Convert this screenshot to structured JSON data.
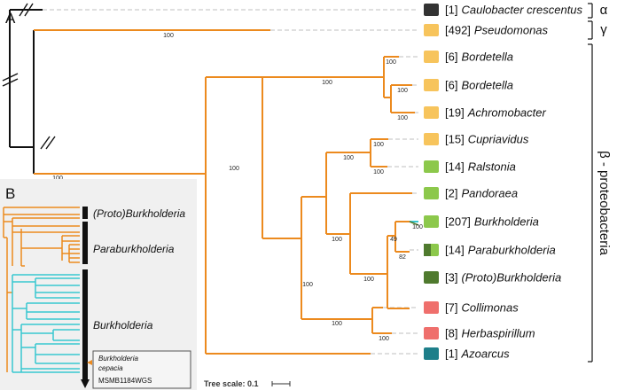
{
  "panel_a": {
    "letter": "A",
    "taxa": [
      {
        "count": "[1]",
        "name": "Caulobacter crescentus",
        "color": "#333333"
      },
      {
        "count": "[492]",
        "name": "Pseudomonas",
        "color": "#f7c45c"
      },
      {
        "count": "[6]",
        "name": "Bordetella",
        "color": "#f7c45c"
      },
      {
        "count": "[6]",
        "name": "Bordetella",
        "color": "#f7c45c"
      },
      {
        "count": "[19]",
        "name": "Achromobacter",
        "color": "#f7c45c"
      },
      {
        "count": "[15]",
        "name": "Cupriavidus",
        "color": "#f7c45c"
      },
      {
        "count": "[14]",
        "name": "Ralstonia",
        "color": "#8cc84b"
      },
      {
        "count": "[2]",
        "name": "Pandoraea",
        "color": "#8cc84b"
      },
      {
        "count": "[207]",
        "name": "Burkholderia",
        "color": "#8cc84b"
      },
      {
        "count": "[14]",
        "name": "Paraburkholderia",
        "color": "#8cc84b",
        "color2": "#4f7a2e"
      },
      {
        "count": "[3]",
        "name": "(Proto)Burkholderia",
        "color": "#4f7a2e"
      },
      {
        "count": "[7]",
        "name": "Collimonas",
        "color": "#ef6f6c"
      },
      {
        "count": "[8]",
        "name": "Herbaspirillum",
        "color": "#ef6f6c"
      },
      {
        "count": "[1]",
        "name": "Azoarcus",
        "color": "#1e7f8a"
      }
    ],
    "bootstrap": [
      "100",
      "100",
      "100",
      "100",
      "100",
      "100",
      "100",
      "100",
      "100",
      "100",
      "100",
      "49",
      "82",
      "100",
      "100",
      "100",
      "100"
    ],
    "groups": {
      "alpha": "α",
      "gamma": "γ",
      "beta": "β - proteobacteria"
    },
    "scale_label": "Tree scale: 0.1"
  },
  "panel_b": {
    "letter": "B",
    "clades": [
      "(Proto)Burkholderia",
      "Paraburkholderia",
      "Burkholderia"
    ],
    "callout": {
      "line1": "Burkholderia",
      "line2": "cepacia",
      "line3": "MSMB1184WGS"
    }
  },
  "colors": {
    "tree_orange": "#ec8a1e",
    "tree_cyan": "#38c7d0",
    "dashed": "#cccccc",
    "inset_bg": "#f0f0f0"
  }
}
